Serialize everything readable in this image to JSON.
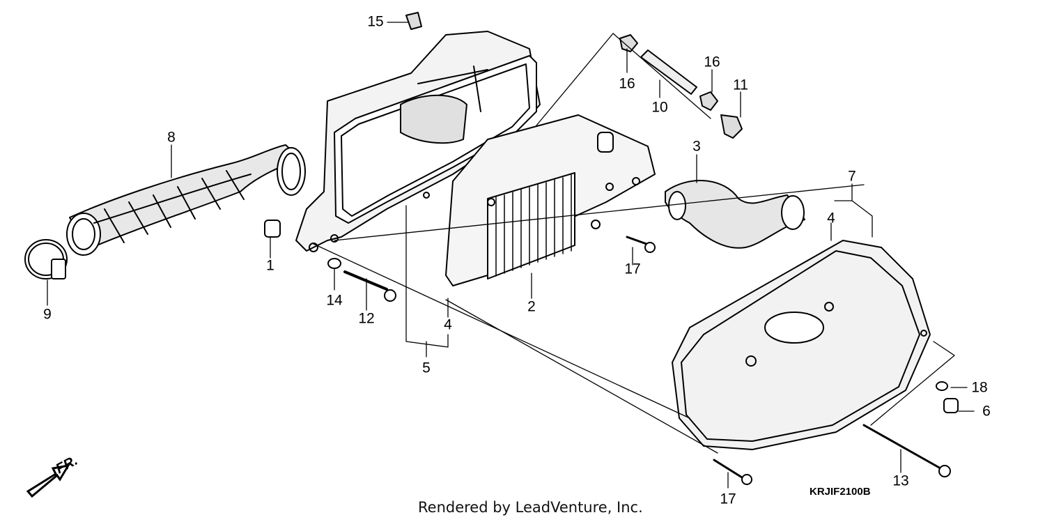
{
  "labels": [
    {
      "id": "l15",
      "text": "15"
    },
    {
      "id": "l16a",
      "text": "16"
    },
    {
      "id": "l16b",
      "text": "16"
    },
    {
      "id": "l10",
      "text": "10"
    },
    {
      "id": "l11",
      "text": "11"
    },
    {
      "id": "l8",
      "text": "8"
    },
    {
      "id": "l3",
      "text": "3"
    },
    {
      "id": "l7",
      "text": "7"
    },
    {
      "id": "l4a",
      "text": "4"
    },
    {
      "id": "l4b",
      "text": "4"
    },
    {
      "id": "l1",
      "text": "1"
    },
    {
      "id": "l9",
      "text": "9"
    },
    {
      "id": "l14",
      "text": "14"
    },
    {
      "id": "l12",
      "text": "12"
    },
    {
      "id": "l2",
      "text": "2"
    },
    {
      "id": "l17a",
      "text": "17"
    },
    {
      "id": "l17b",
      "text": "17"
    },
    {
      "id": "l5",
      "text": "5"
    },
    {
      "id": "l18",
      "text": "18"
    },
    {
      "id": "l6",
      "text": "6"
    },
    {
      "id": "l13",
      "text": "13"
    }
  ],
  "diagram_code": "KRJIF2100B",
  "credit": "Rendered by LeadVenture, Inc.",
  "direction_label": "FR."
}
